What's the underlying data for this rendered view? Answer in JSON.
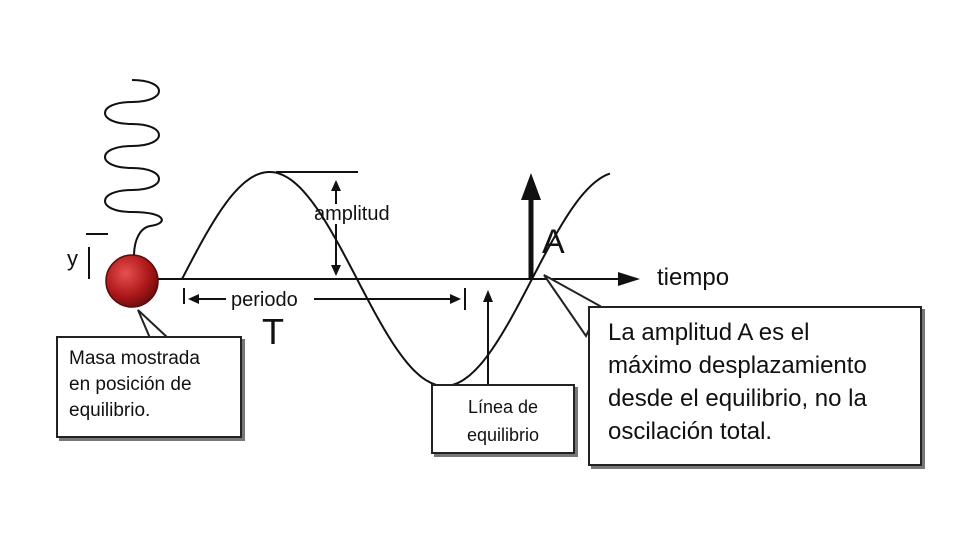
{
  "labels": {
    "y": "y",
    "amplitude": "amplitud",
    "amplitude_symbol": "A",
    "time": "tiempo",
    "period": "periodo",
    "period_symbol": "T"
  },
  "callouts": {
    "mass": [
      "Masa mostrada",
      "en posición de",
      "equilibrio."
    ],
    "equilibrium": [
      "Línea de",
      "equilibrio"
    ],
    "amplitude": [
      "La amplitud A es el",
      "máximo desplazamiento",
      "desde el equilibrio, no la",
      "oscilación total."
    ]
  },
  "colors": {
    "line": "#111111",
    "mass_fill": "#b01a1a",
    "mass_highlight": "#e04848",
    "callout_border": "#222222"
  }
}
